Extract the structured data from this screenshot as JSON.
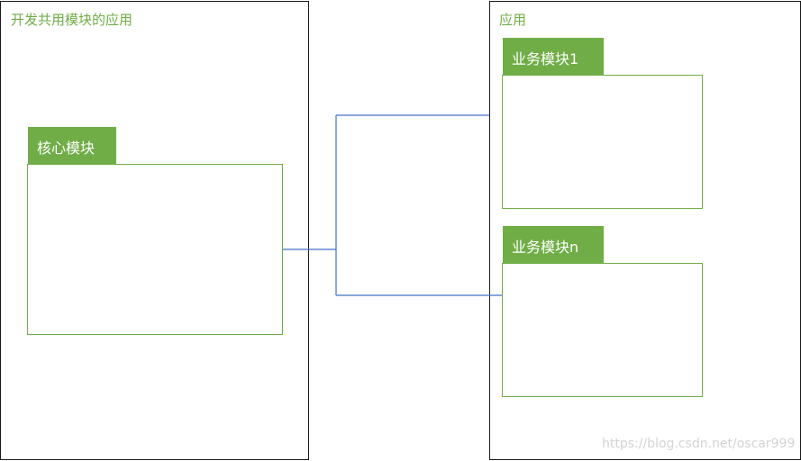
{
  "left_panel": {
    "title": "开发共用模块的应用",
    "core_module": {
      "label": "核心模块"
    }
  },
  "right_panel": {
    "title": "应用",
    "modules": [
      {
        "label": "业务模块1"
      },
      {
        "label": "业务模块n"
      }
    ]
  },
  "colors": {
    "module_green": "#70ad47",
    "connector_blue": "#4472c4",
    "panel_border": "#1a1a1a",
    "watermark": "#d3d3d3"
  },
  "watermark": "https://blog.csdn.net/oscar999"
}
